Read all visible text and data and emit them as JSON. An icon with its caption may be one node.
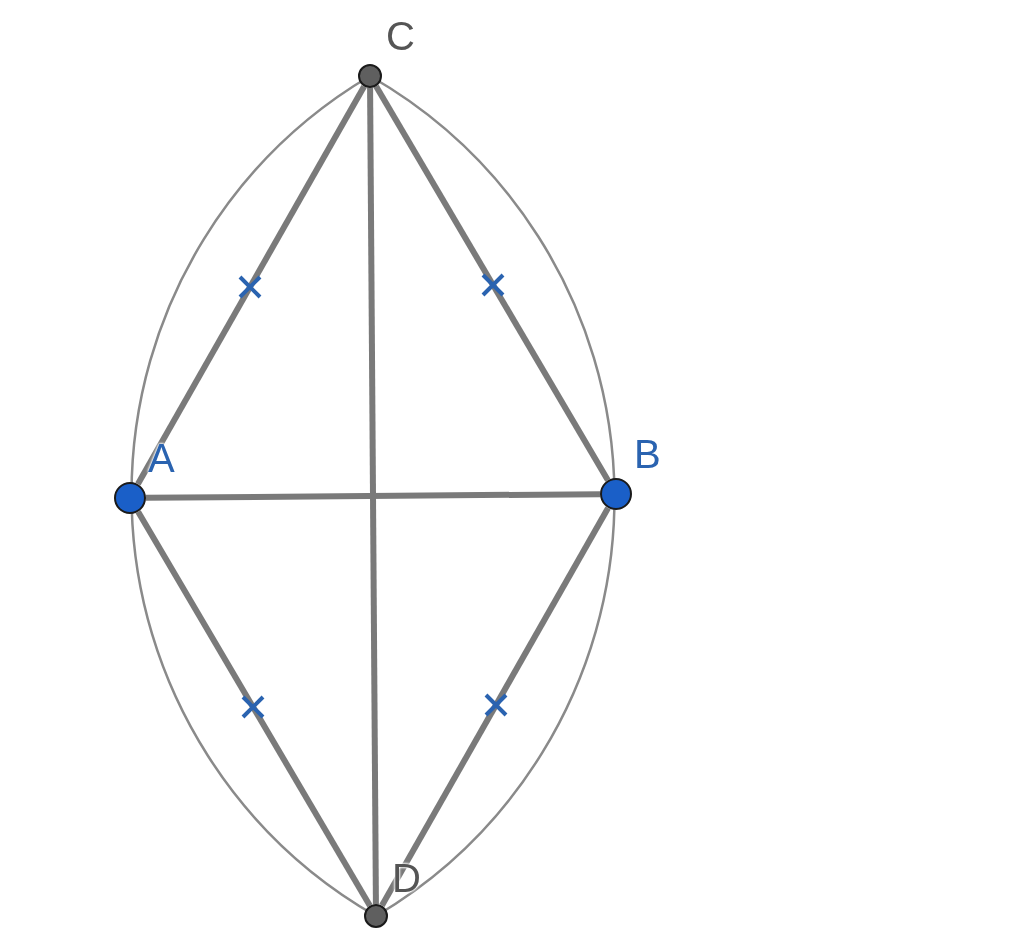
{
  "diagram": {
    "nodes": [
      {
        "text": [
          "C"
        ]
      },
      {
        "text": [
          "A"
        ]
      },
      {
        "text": [
          "B"
        ]
      },
      {
        "text": [
          "D"
        ]
      }
    ],
    "edges": [
      {
        "from": 0,
        "to": 1,
        "arrow": "none"
      },
      {
        "from": 0,
        "to": 2,
        "arrow": "none"
      },
      {
        "from": 0,
        "to": 3,
        "arrow": "none"
      },
      {
        "from": 1,
        "to": 2,
        "arrow": "none"
      },
      {
        "from": 1,
        "to": 3,
        "arrow": "none"
      },
      {
        "from": 2,
        "to": 3,
        "arrow": "none"
      }
    ]
  }
}
